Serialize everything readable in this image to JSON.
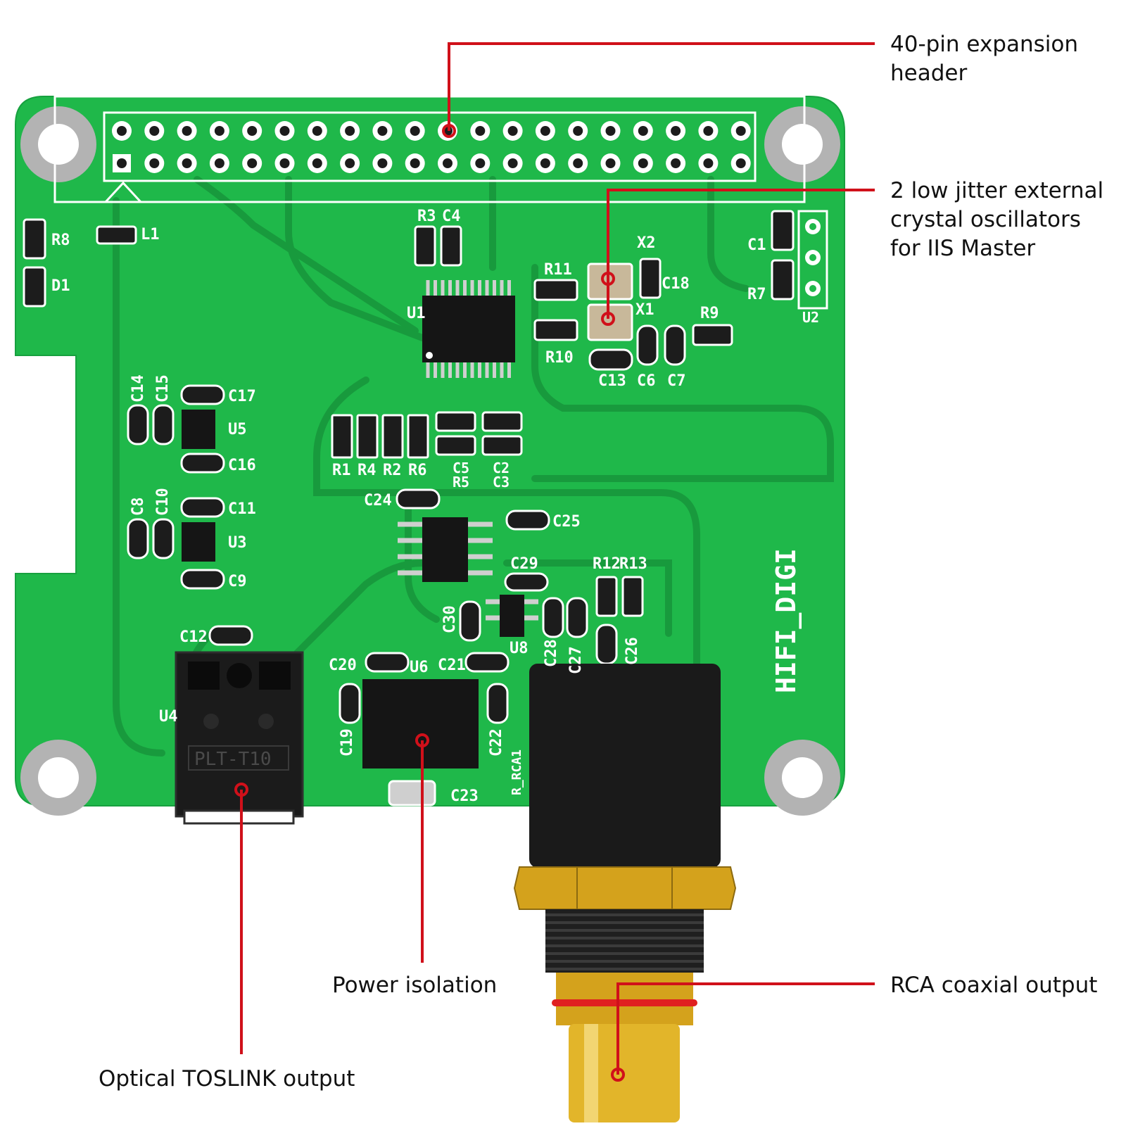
{
  "colors": {
    "pcb": "#1fb84a",
    "pcb_trace": "#189a3d",
    "silkscreen": "#ffffff",
    "callout_line": "#d0101a",
    "component": "#1c1c1c",
    "gold": "#d4a21c",
    "label_text": "#111111"
  },
  "callouts": {
    "header": {
      "lines": [
        "40-pin expansion",
        "header"
      ]
    },
    "oscillators": {
      "lines": [
        "2 low jitter external",
        "crystal oscillators",
        "for IIS Master"
      ]
    },
    "power": {
      "lines": [
        "Power isolation"
      ]
    },
    "rca": {
      "lines": [
        "RCA coaxial output"
      ]
    },
    "optical": {
      "lines": [
        "Optical TOSLINK output"
      ]
    }
  },
  "board": {
    "name": "HIFI_DIGI",
    "toslink_marking": "PLT-T10",
    "rca_marking": "R_RCA1",
    "refs": {
      "R8": "R8",
      "D1": "D1",
      "L1": "L1",
      "R3": "R3",
      "C4": "C4",
      "U1": "U1",
      "R11": "R11",
      "X2": "X2",
      "C18": "C18",
      "X1": "X1",
      "R10": "R10",
      "R9": "R9",
      "C13": "C13",
      "C6": "C6",
      "C7": "C7",
      "C1": "C1",
      "R7": "R7",
      "U2": "U2",
      "C14": "C14",
      "C15": "C15",
      "C17": "C17",
      "U5": "U5",
      "C16": "C16",
      "R1": "R1",
      "R4": "R4",
      "R2": "R2",
      "R6": "R6",
      "C5": "C5",
      "R5": "R5",
      "C2": "C2",
      "C3": "C3",
      "C24": "C24",
      "C25": "C25",
      "C8": "C8",
      "C10": "C10",
      "C11": "C11",
      "U3": "U3",
      "C9": "C9",
      "C29": "C29",
      "R12": "R12",
      "R13": "R13",
      "C30": "C30",
      "U8": "U8",
      "C28": "C28",
      "C27": "C27",
      "C26": "C26",
      "C12": "C12",
      "C20": "C20",
      "U6": "U6",
      "C21": "C21",
      "U4": "U4",
      "C19": "C19",
      "C22": "C22",
      "C23": "C23"
    }
  }
}
